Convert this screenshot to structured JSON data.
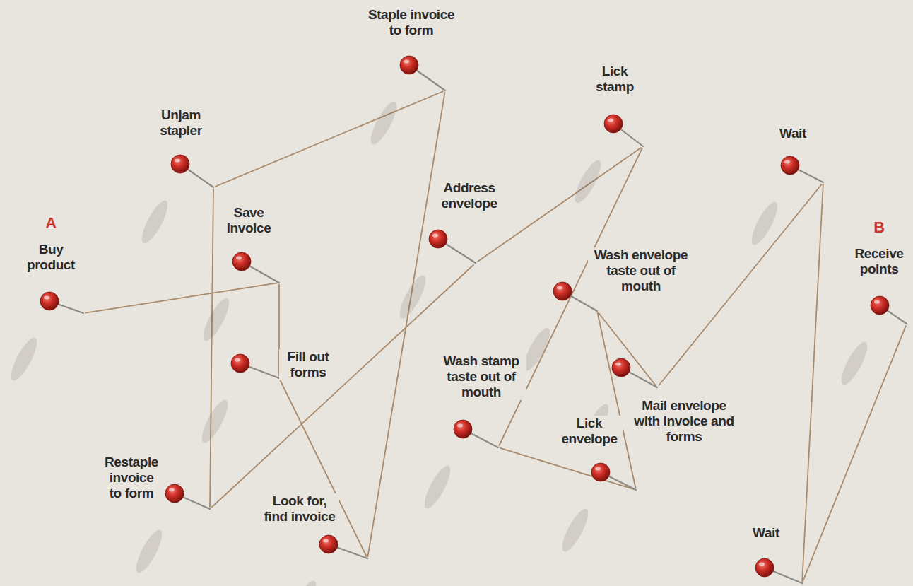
{
  "diagram": {
    "nodes": [
      {
        "text": [
          "A",
          "Buy product"
        ]
      },
      {
        "text": [
          "Save invoice"
        ]
      },
      {
        "text": [
          "Fill out forms"
        ]
      },
      {
        "text": [
          "Look for, find invoice"
        ]
      },
      {
        "text": [
          "Staple invoice to form"
        ]
      },
      {
        "text": [
          "Unjam stapler"
        ]
      },
      {
        "text": [
          "Restaple invoice to form"
        ]
      },
      {
        "text": [
          "Address envelope"
        ]
      },
      {
        "text": [
          "Lick stamp"
        ]
      },
      {
        "text": [
          "Wash stamp taste out of mouth"
        ]
      },
      {
        "text": [
          "Lick envelope"
        ]
      },
      {
        "text": [
          "Wash envelope taste out of mouth"
        ]
      },
      {
        "text": [
          "Mail envelope with invoice and forms"
        ]
      },
      {
        "text": [
          "Wait"
        ]
      },
      {
        "text": [
          "Wait"
        ]
      },
      {
        "text": [
          "B",
          "Receive points"
        ]
      }
    ],
    "edges": [
      {
        "from": 0,
        "to": 1,
        "arrow": "none"
      },
      {
        "from": 1,
        "to": 2,
        "arrow": "none"
      },
      {
        "from": 2,
        "to": 3,
        "arrow": "none"
      },
      {
        "from": 3,
        "to": 4,
        "arrow": "none"
      },
      {
        "from": 4,
        "to": 5,
        "arrow": "none"
      },
      {
        "from": 5,
        "to": 6,
        "arrow": "none"
      },
      {
        "from": 6,
        "to": 7,
        "arrow": "none"
      },
      {
        "from": 7,
        "to": 8,
        "arrow": "none"
      },
      {
        "from": 8,
        "to": 9,
        "arrow": "none"
      },
      {
        "from": 9,
        "to": 10,
        "arrow": "none"
      },
      {
        "from": 10,
        "to": 11,
        "arrow": "none"
      },
      {
        "from": 11,
        "to": 12,
        "arrow": "none"
      },
      {
        "from": 12,
        "to": 13,
        "arrow": "none"
      },
      {
        "from": 13,
        "to": 14,
        "arrow": "none"
      },
      {
        "from": 14,
        "to": 15,
        "arrow": "none"
      }
    ]
  }
}
